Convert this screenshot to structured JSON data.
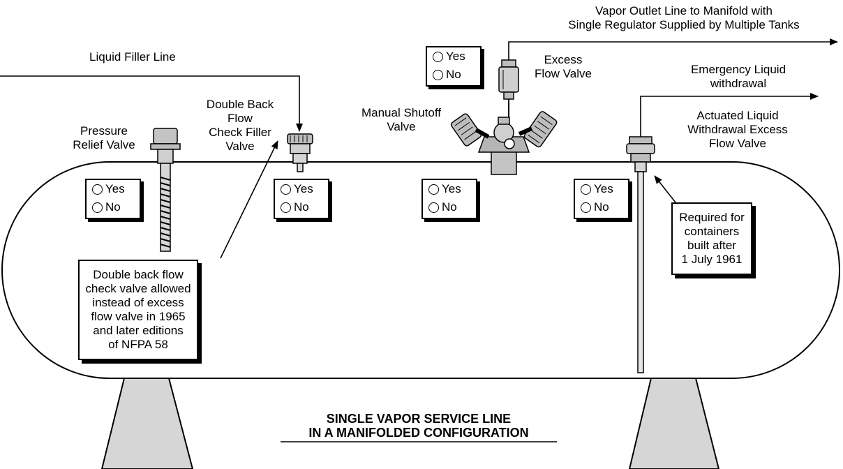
{
  "labels": {
    "vapor_outlet": [
      "Vapor Outlet Line to Manifold with",
      "Single Regulator Supplied by Multiple Tanks"
    ],
    "liquid_filler": "Liquid Filler Line",
    "excess_flow": [
      "Excess",
      "Flow Valve"
    ],
    "emergency": [
      "Emergency Liquid",
      "withdrawal"
    ],
    "double_back": [
      "Double Back",
      "Flow",
      "Check Filler",
      "Valve"
    ],
    "manual_shutoff": [
      "Manual Shutoff",
      "Valve"
    ],
    "actuated": [
      "Actuated Liquid",
      "Withdrawal Excess",
      "Flow Valve"
    ],
    "pressure_relief": [
      "Pressure",
      "Relief Valve"
    ]
  },
  "checkboxes": [
    {
      "id": "excess-flow",
      "yes": "Yes",
      "no": "No"
    },
    {
      "id": "pressure-relief",
      "yes": "Yes",
      "no": "No"
    },
    {
      "id": "double-back",
      "yes": "Yes",
      "no": "No"
    },
    {
      "id": "manual-shutoff",
      "yes": "Yes",
      "no": "No"
    },
    {
      "id": "actuated-liquid",
      "yes": "Yes",
      "no": "No"
    }
  ],
  "notes": {
    "double_back_note": [
      "Double back flow",
      "check valve allowed",
      "instead of excess",
      "flow valve in 1965",
      "and later editions",
      "of NFPA 58"
    ],
    "required_note": [
      "Required for",
      "containers",
      "built after",
      "1 July 1961"
    ]
  },
  "caption": [
    "SINGLE VAPOR SERVICE LINE",
    "IN A MANIFOLDED CONFIGURATION"
  ],
  "colors": {
    "line": "#000000",
    "saddle": "#d6d6d6",
    "valve": "#bdbdbd"
  }
}
